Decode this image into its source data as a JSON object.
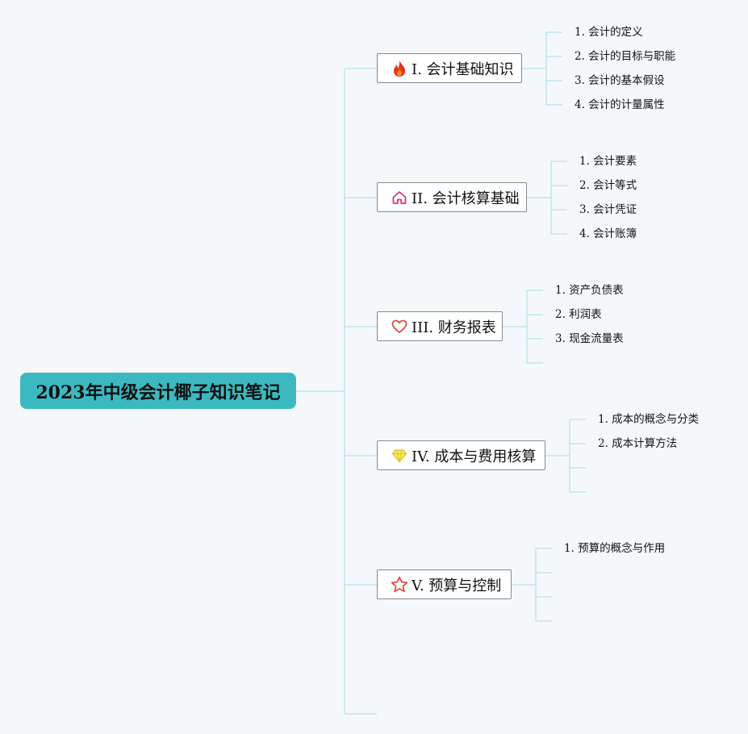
{
  "root": {
    "title": "2023年中级会计椰子知识笔记"
  },
  "branches": [
    {
      "label": "I. 会计基础知识",
      "icon": "fire-icon",
      "icon_color": "#e8341c",
      "items": [
        "1. 会计的定义",
        "2. 会计的目标与职能",
        "3. 会计的基本假设",
        "4. 会计的计量属性"
      ]
    },
    {
      "label": "II. 会计核算基础",
      "icon": "home-icon",
      "icon_color": "#d63b6b",
      "items": [
        "1. 会计要素",
        "2. 会计等式",
        "3. 会计凭证",
        "4. 会计账簿"
      ]
    },
    {
      "label": "III. 财务报表",
      "icon": "heart-icon",
      "icon_color": "#e04a44",
      "items": [
        "1. 资产负债表",
        "2. 利润表",
        "3. 现金流量表"
      ]
    },
    {
      "label": "IV. 成本与费用核算",
      "icon": "diamond-icon",
      "icon_color": "#f2d92b",
      "items": [
        "1. 成本的概念与分类",
        "2. 成本计算方法"
      ]
    },
    {
      "label": "V. 预算与控制",
      "icon": "star-icon",
      "icon_color": "#e44a3c",
      "items": [
        "1. 预算的概念与作用"
      ]
    }
  ],
  "colors": {
    "connector": "#bfe6ea",
    "root_bg": "#3cb9c0",
    "node_border": "#888888"
  }
}
